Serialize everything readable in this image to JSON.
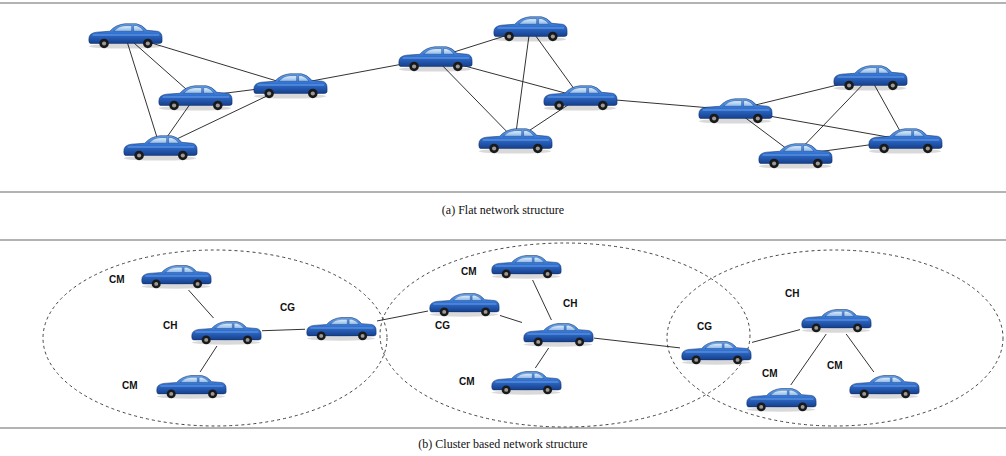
{
  "diagram": {
    "nodes": [
      {
        "text": [
          "CM"
        ]
      },
      {
        "text": [
          "CH"
        ]
      },
      {
        "text": [
          "CM"
        ]
      },
      {
        "text": [
          "CG"
        ]
      },
      {
        "text": [
          "CG"
        ]
      },
      {
        "text": [
          "CM"
        ]
      },
      {
        "text": [
          "CH"
        ]
      },
      {
        "text": [
          "CM"
        ]
      },
      {
        "text": [
          "CG"
        ]
      },
      {
        "text": [
          "CH"
        ]
      },
      {
        "text": [
          "CM"
        ]
      },
      {
        "text": [
          "CM"
        ]
      }
    ],
    "edges": [
      {
        "from": 0,
        "to": 1,
        "arrow": "none"
      },
      {
        "from": 1,
        "to": 2,
        "arrow": "none"
      },
      {
        "from": 1,
        "to": 3,
        "arrow": "none"
      },
      {
        "from": 3,
        "to": 4,
        "arrow": "none"
      },
      {
        "from": 5,
        "to": 6,
        "arrow": "none"
      },
      {
        "from": 4,
        "to": 6,
        "arrow": "none"
      },
      {
        "from": 6,
        "to": 7,
        "arrow": "none"
      },
      {
        "from": 6,
        "to": 8,
        "arrow": "none"
      },
      {
        "from": 8,
        "to": 9,
        "arrow": "none"
      },
      {
        "from": 9,
        "to": 10,
        "arrow": "none"
      },
      {
        "from": 9,
        "to": 11,
        "arrow": "none"
      }
    ],
    "labels": [
      "(a) Flat network structure",
      "(b) Cluster based network structure"
    ]
  }
}
